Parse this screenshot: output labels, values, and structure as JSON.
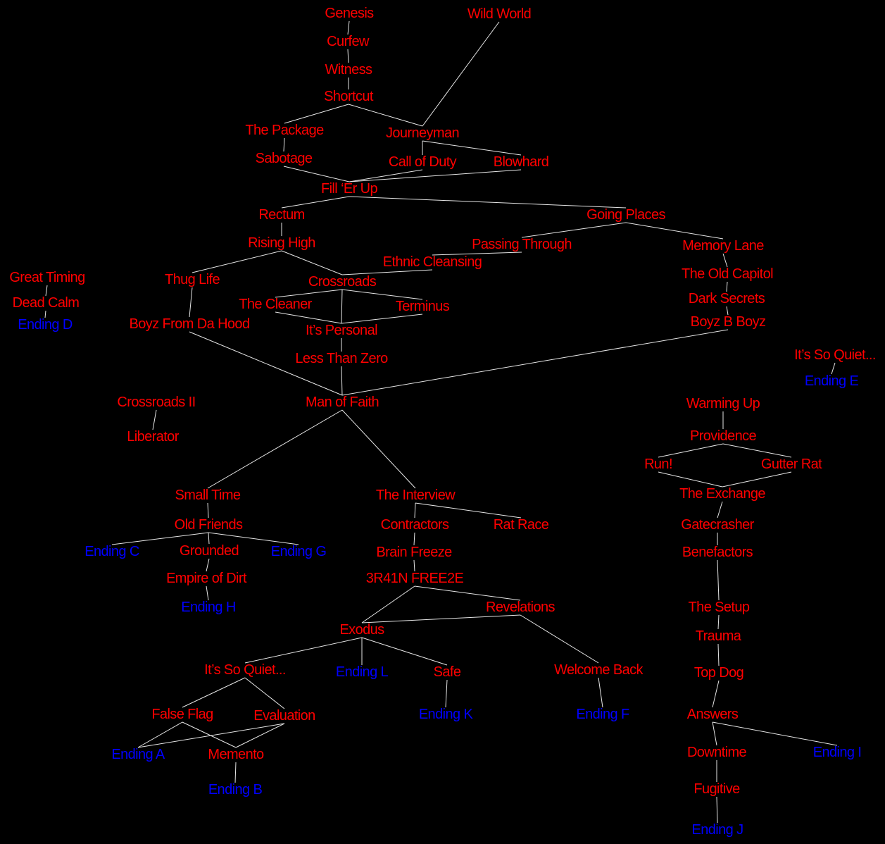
{
  "colors": {
    "background": "#000000",
    "mission": "#ff0000",
    "ending": "#0000ff",
    "edge": "#e6e6e6"
  },
  "nodes": [
    {
      "id": "genesis",
      "label": "Genesis",
      "type": "mission"
    },
    {
      "id": "curfew",
      "label": "Curfew",
      "type": "mission"
    },
    {
      "id": "witness",
      "label": "Witness",
      "type": "mission"
    },
    {
      "id": "shortcut",
      "label": "Shortcut",
      "type": "mission"
    },
    {
      "id": "wild_world",
      "label": "Wild World",
      "type": "mission"
    },
    {
      "id": "package",
      "label": "The Package",
      "type": "mission"
    },
    {
      "id": "journeyman",
      "label": "Journeyman",
      "type": "mission"
    },
    {
      "id": "sabotage",
      "label": "Sabotage",
      "type": "mission"
    },
    {
      "id": "call_of_duty",
      "label": "Call of Duty",
      "type": "mission"
    },
    {
      "id": "blowhard",
      "label": "Blowhard",
      "type": "mission"
    },
    {
      "id": "fill_er_up",
      "label": "Fill ‘Er Up",
      "type": "mission"
    },
    {
      "id": "rectum",
      "label": "Rectum",
      "type": "mission"
    },
    {
      "id": "going_places",
      "label": "Going Places",
      "type": "mission"
    },
    {
      "id": "rising_high",
      "label": "Rising High",
      "type": "mission"
    },
    {
      "id": "passing_through",
      "label": "Passing Through",
      "type": "mission"
    },
    {
      "id": "memory_lane",
      "label": "Memory Lane",
      "type": "mission"
    },
    {
      "id": "ethnic_cleansing",
      "label": "Ethnic Cleansing",
      "type": "mission"
    },
    {
      "id": "thug_life",
      "label": "Thug Life",
      "type": "mission"
    },
    {
      "id": "crossroads",
      "label": "Crossroads",
      "type": "mission"
    },
    {
      "id": "great_timing",
      "label": "Great Timing",
      "type": "mission"
    },
    {
      "id": "old_capitol",
      "label": "The Old Capitol",
      "type": "mission"
    },
    {
      "id": "dead_calm",
      "label": "Dead Calm",
      "type": "mission"
    },
    {
      "id": "the_cleaner",
      "label": "The Cleaner",
      "type": "mission"
    },
    {
      "id": "terminus",
      "label": "Terminus",
      "type": "mission"
    },
    {
      "id": "dark_secrets",
      "label": "Dark Secrets",
      "type": "mission"
    },
    {
      "id": "ending_d",
      "label": "Ending D",
      "type": "ending"
    },
    {
      "id": "boyz_hood",
      "label": "Boyz From Da Hood",
      "type": "mission"
    },
    {
      "id": "its_personal",
      "label": "It’s Personal",
      "type": "mission"
    },
    {
      "id": "boyz_b_boyz",
      "label": "Boyz B Boyz",
      "type": "mission"
    },
    {
      "id": "quiet_e",
      "label": "It’s So Quiet...",
      "type": "mission"
    },
    {
      "id": "ending_e",
      "label": "Ending E",
      "type": "ending"
    },
    {
      "id": "less_than_zero",
      "label": "Less Than Zero",
      "type": "mission"
    },
    {
      "id": "man_of_faith",
      "label": "Man of Faith",
      "type": "mission"
    },
    {
      "id": "crossroads_ii",
      "label": "Crossroads II",
      "type": "mission"
    },
    {
      "id": "warming_up",
      "label": "Warming Up",
      "type": "mission"
    },
    {
      "id": "liberator",
      "label": "Liberator",
      "type": "mission"
    },
    {
      "id": "providence",
      "label": "Providence",
      "type": "mission"
    },
    {
      "id": "run",
      "label": "Run!",
      "type": "mission"
    },
    {
      "id": "gutter_rat",
      "label": "Gutter Rat",
      "type": "mission"
    },
    {
      "id": "small_time",
      "label": "Small Time",
      "type": "mission"
    },
    {
      "id": "the_interview",
      "label": "The Interview",
      "type": "mission"
    },
    {
      "id": "the_exchange",
      "label": "The Exchange",
      "type": "mission"
    },
    {
      "id": "old_friends",
      "label": "Old Friends",
      "type": "mission"
    },
    {
      "id": "contractors",
      "label": "Contractors",
      "type": "mission"
    },
    {
      "id": "rat_race",
      "label": "Rat Race",
      "type": "mission"
    },
    {
      "id": "gatecrasher",
      "label": "Gatecrasher",
      "type": "mission"
    },
    {
      "id": "ending_c",
      "label": "Ending C",
      "type": "ending"
    },
    {
      "id": "grounded",
      "label": "Grounded",
      "type": "mission"
    },
    {
      "id": "ending_g",
      "label": "Ending G",
      "type": "ending"
    },
    {
      "id": "brain_freeze",
      "label": "Brain Freeze",
      "type": "mission"
    },
    {
      "id": "benefactors",
      "label": "Benefactors",
      "type": "mission"
    },
    {
      "id": "empire_of_dirt",
      "label": "Empire of Dirt",
      "type": "mission"
    },
    {
      "id": "brain_free2e",
      "label": "3R41N FREE2E",
      "type": "mission"
    },
    {
      "id": "ending_h",
      "label": "Ending H",
      "type": "ending"
    },
    {
      "id": "revelations",
      "label": "Revelations",
      "type": "mission"
    },
    {
      "id": "the_setup",
      "label": "The Setup",
      "type": "mission"
    },
    {
      "id": "exodus",
      "label": "Exodus",
      "type": "mission"
    },
    {
      "id": "trauma",
      "label": "Trauma",
      "type": "mission"
    },
    {
      "id": "quiet_a",
      "label": "It’s So Quiet...",
      "type": "mission"
    },
    {
      "id": "ending_l",
      "label": "Ending L",
      "type": "ending"
    },
    {
      "id": "safe",
      "label": "Safe",
      "type": "mission"
    },
    {
      "id": "welcome_back",
      "label": "Welcome Back",
      "type": "mission"
    },
    {
      "id": "top_dog",
      "label": "Top Dog",
      "type": "mission"
    },
    {
      "id": "false_flag",
      "label": "False Flag",
      "type": "mission"
    },
    {
      "id": "evaluation",
      "label": "Evaluation",
      "type": "mission"
    },
    {
      "id": "ending_k",
      "label": "Ending K",
      "type": "ending"
    },
    {
      "id": "ending_f",
      "label": "Ending F",
      "type": "ending"
    },
    {
      "id": "answers",
      "label": "Answers",
      "type": "mission"
    },
    {
      "id": "ending_a",
      "label": "Ending A",
      "type": "ending"
    },
    {
      "id": "memento",
      "label": "Memento",
      "type": "mission"
    },
    {
      "id": "downtime",
      "label": "Downtime",
      "type": "mission"
    },
    {
      "id": "ending_i",
      "label": "Ending I",
      "type": "ending"
    },
    {
      "id": "ending_b",
      "label": "Ending B",
      "type": "ending"
    },
    {
      "id": "fugitive",
      "label": "Fugitive",
      "type": "mission"
    },
    {
      "id": "ending_j",
      "label": "Ending J",
      "type": "ending"
    }
  ],
  "edges": [
    [
      "genesis",
      "curfew"
    ],
    [
      "curfew",
      "witness"
    ],
    [
      "witness",
      "shortcut"
    ],
    [
      "shortcut",
      "package"
    ],
    [
      "shortcut",
      "journeyman"
    ],
    [
      "wild_world",
      "journeyman"
    ],
    [
      "package",
      "sabotage"
    ],
    [
      "journeyman",
      "call_of_duty"
    ],
    [
      "journeyman",
      "blowhard"
    ],
    [
      "sabotage",
      "fill_er_up"
    ],
    [
      "call_of_duty",
      "fill_er_up"
    ],
    [
      "blowhard",
      "fill_er_up"
    ],
    [
      "fill_er_up",
      "rectum"
    ],
    [
      "fill_er_up",
      "going_places"
    ],
    [
      "rectum",
      "rising_high"
    ],
    [
      "going_places",
      "passing_through"
    ],
    [
      "going_places",
      "memory_lane"
    ],
    [
      "passing_through",
      "ethnic_cleansing"
    ],
    [
      "ethnic_cleansing",
      "crossroads"
    ],
    [
      "rising_high",
      "thug_life"
    ],
    [
      "rising_high",
      "crossroads"
    ],
    [
      "crossroads",
      "the_cleaner"
    ],
    [
      "crossroads",
      "terminus"
    ],
    [
      "crossroads",
      "its_personal"
    ],
    [
      "the_cleaner",
      "its_personal"
    ],
    [
      "terminus",
      "its_personal"
    ],
    [
      "thug_life",
      "boyz_hood"
    ],
    [
      "its_personal",
      "less_than_zero"
    ],
    [
      "less_than_zero",
      "man_of_faith"
    ],
    [
      "boyz_hood",
      "man_of_faith"
    ],
    [
      "memory_lane",
      "old_capitol"
    ],
    [
      "old_capitol",
      "dark_secrets"
    ],
    [
      "dark_secrets",
      "boyz_b_boyz"
    ],
    [
      "boyz_b_boyz",
      "man_of_faith"
    ],
    [
      "great_timing",
      "dead_calm"
    ],
    [
      "dead_calm",
      "ending_d"
    ],
    [
      "quiet_e",
      "ending_e"
    ],
    [
      "crossroads_ii",
      "liberator"
    ],
    [
      "man_of_faith",
      "small_time"
    ],
    [
      "man_of_faith",
      "the_interview"
    ],
    [
      "small_time",
      "old_friends"
    ],
    [
      "old_friends",
      "ending_c"
    ],
    [
      "old_friends",
      "grounded"
    ],
    [
      "old_friends",
      "ending_g"
    ],
    [
      "grounded",
      "empire_of_dirt"
    ],
    [
      "empire_of_dirt",
      "ending_h"
    ],
    [
      "the_interview",
      "contractors"
    ],
    [
      "the_interview",
      "rat_race"
    ],
    [
      "contractors",
      "brain_freeze"
    ],
    [
      "brain_freeze",
      "brain_free2e"
    ],
    [
      "brain_free2e",
      "exodus"
    ],
    [
      "brain_free2e",
      "revelations"
    ],
    [
      "revelations",
      "exodus"
    ],
    [
      "revelations",
      "welcome_back"
    ],
    [
      "welcome_back",
      "ending_f"
    ],
    [
      "exodus",
      "quiet_a"
    ],
    [
      "exodus",
      "ending_l"
    ],
    [
      "exodus",
      "safe"
    ],
    [
      "safe",
      "ending_k"
    ],
    [
      "quiet_a",
      "false_flag"
    ],
    [
      "quiet_a",
      "evaluation"
    ],
    [
      "false_flag",
      "ending_a"
    ],
    [
      "false_flag",
      "memento"
    ],
    [
      "evaluation",
      "ending_a"
    ],
    [
      "evaluation",
      "memento"
    ],
    [
      "memento",
      "ending_b"
    ],
    [
      "warming_up",
      "providence"
    ],
    [
      "providence",
      "run"
    ],
    [
      "providence",
      "gutter_rat"
    ],
    [
      "run",
      "the_exchange"
    ],
    [
      "gutter_rat",
      "the_exchange"
    ],
    [
      "the_exchange",
      "gatecrasher"
    ],
    [
      "gatecrasher",
      "benefactors"
    ],
    [
      "benefactors",
      "the_setup"
    ],
    [
      "the_setup",
      "trauma"
    ],
    [
      "trauma",
      "top_dog"
    ],
    [
      "top_dog",
      "answers"
    ],
    [
      "answers",
      "downtime"
    ],
    [
      "answers",
      "ending_i"
    ],
    [
      "downtime",
      "fugitive"
    ],
    [
      "fugitive",
      "ending_j"
    ]
  ]
}
